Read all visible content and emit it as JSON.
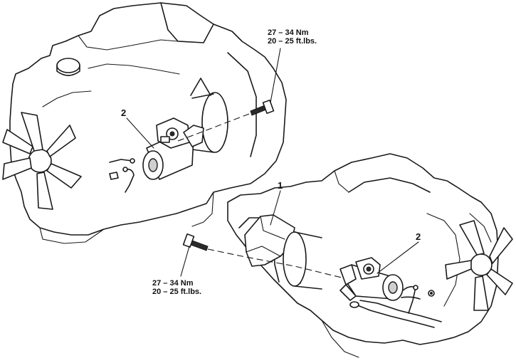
{
  "callouts": {
    "starter_top": "2",
    "shield": "1",
    "starter_bottom": "2"
  },
  "torque_top": {
    "nm": "27 – 34 Nm",
    "ftlbs": "20 – 25 ft.lbs."
  },
  "torque_bottom": {
    "nm": "27 – 34 Nm",
    "ftlbs": "20 – 25 ft.lbs."
  }
}
